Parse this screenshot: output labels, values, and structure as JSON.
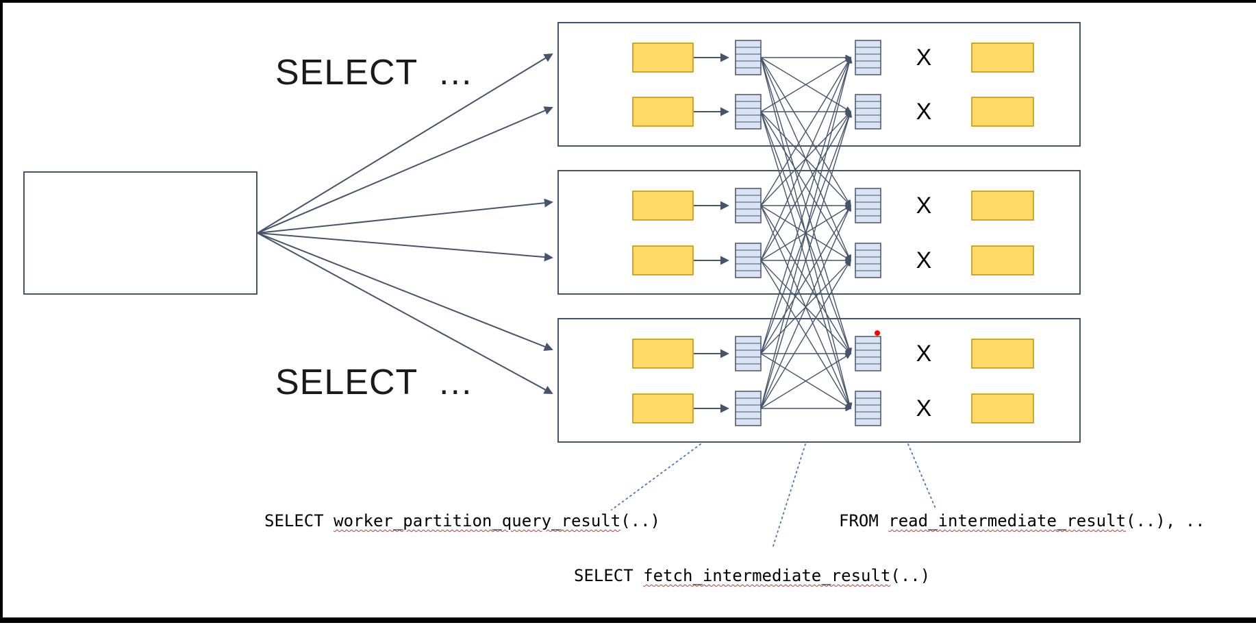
{
  "labels": {
    "select_top": "SELECT …",
    "select_bottom": "SELECT …",
    "cross": "X"
  },
  "annotations": {
    "partition": {
      "prefix": "SELECT ",
      "func": "worker_partition_query_result",
      "suffix": "(..)"
    },
    "read": {
      "prefix": "FROM ",
      "func": "read_intermediate_result",
      "suffix": "(..), .."
    },
    "fetch": {
      "prefix": "SELECT ",
      "func": "fetch_intermediate_result",
      "suffix": "(..)"
    }
  },
  "colors": {
    "box_border": "#44546A",
    "arrow": "#44546A",
    "shard_fill": "#FFD966",
    "shard_border": "#BF9000",
    "fragment_fill": "#DAE3F3",
    "leader_line": "#4472C4",
    "squiggle": "#D93025",
    "marker_dot": "#FF0000"
  }
}
